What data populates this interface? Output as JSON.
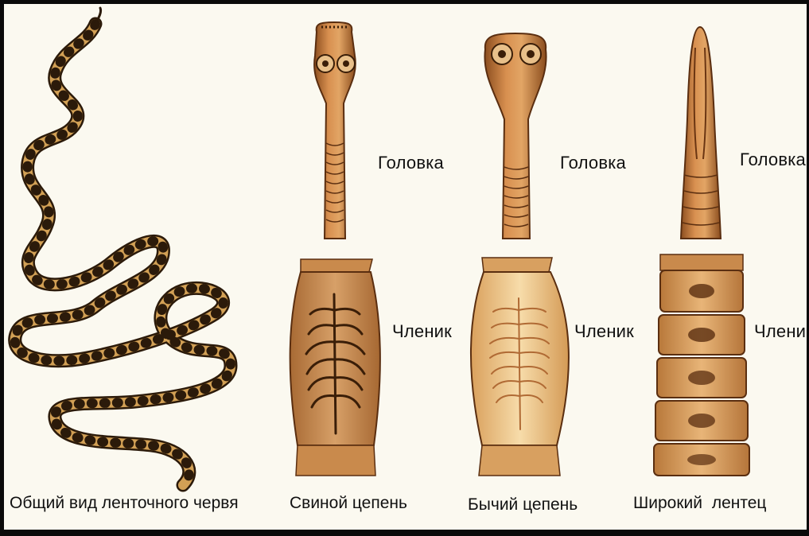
{
  "labels": {
    "pork": {
      "head": "Головка",
      "segment": "Членик"
    },
    "beef": {
      "head": "Головка",
      "segment": "Членик"
    },
    "broad": {
      "head": "Головка",
      "segment": "Членик"
    }
  },
  "captions": {
    "general": "Общий вид ленточного червя",
    "pork": "Свиной цепень",
    "beef": "Бычий цепень",
    "broad": "Широкий лентец"
  },
  "colors": {
    "background": "#fbf9f0",
    "worm_body": "#d2a055",
    "worm_outline": "#2b1a0a",
    "scolex": "#c27a3c",
    "proglottid_pork": "#c99158",
    "proglottid_beef": "#f0c98e",
    "proglottid_broad": "#d89d58"
  }
}
